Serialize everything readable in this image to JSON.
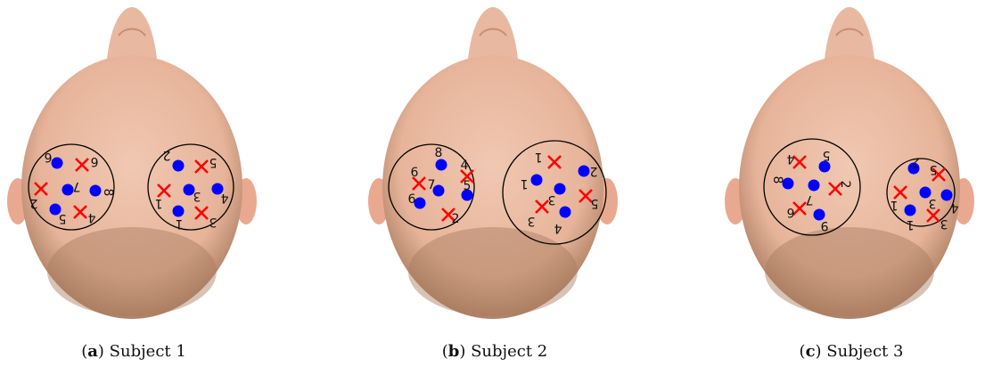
{
  "colors": {
    "skin": "#e7b49a",
    "skin_shadow": "#c98c72",
    "hair": "#a77a5e",
    "ear": "#e9a990",
    "nose": "#e8b8a0",
    "blue_marker": "#0000ff",
    "red_marker": "#ff0000",
    "outline": "#000000"
  },
  "panels": [
    {
      "caption_letter": "a",
      "caption_text": "Subject 1",
      "circles": [
        {
          "markers": [
            {
              "kind": "dot",
              "label": "6"
            },
            {
              "kind": "cross",
              "label": "6"
            },
            {
              "kind": "cross",
              "label": "2"
            },
            {
              "kind": "dot",
              "label": "7"
            },
            {
              "kind": "dot",
              "label": "8"
            },
            {
              "kind": "dot",
              "label": "5"
            },
            {
              "kind": "cross",
              "label": "4"
            }
          ]
        },
        {
          "markers": [
            {
              "kind": "dot",
              "label": "2"
            },
            {
              "kind": "cross",
              "label": "5"
            },
            {
              "kind": "cross",
              "label": "1"
            },
            {
              "kind": "dot",
              "label": "3"
            },
            {
              "kind": "dot",
              "label": "4"
            },
            {
              "kind": "dot",
              "label": "1"
            },
            {
              "kind": "cross",
              "label": "3"
            }
          ]
        }
      ]
    },
    {
      "caption_letter": "b",
      "caption_text": "Subject 2",
      "circles": [
        {
          "markers": [
            {
              "kind": "dot",
              "label": "8"
            },
            {
              "kind": "cross",
              "label": "6"
            },
            {
              "kind": "cross",
              "label": "4"
            },
            {
              "kind": "dot",
              "label": "7"
            },
            {
              "kind": "dot",
              "label": "5"
            },
            {
              "kind": "dot",
              "label": "6"
            },
            {
              "kind": "cross",
              "label": "2"
            }
          ]
        },
        {
          "markers": [
            {
              "kind": "cross",
              "label": "1"
            },
            {
              "kind": "dot",
              "label": "2"
            },
            {
              "kind": "dot",
              "label": "1"
            },
            {
              "kind": "dot",
              "label": "3"
            },
            {
              "kind": "cross",
              "label": "5"
            },
            {
              "kind": "cross",
              "label": "3"
            },
            {
              "kind": "dot",
              "label": "4"
            }
          ]
        }
      ]
    },
    {
      "caption_letter": "c",
      "caption_text": "Subject 3",
      "circles": [
        {
          "markers": [
            {
              "kind": "cross",
              "label": "4"
            },
            {
              "kind": "dot",
              "label": "5"
            },
            {
              "kind": "dot",
              "label": "8"
            },
            {
              "kind": "dot",
              "label": "7"
            },
            {
              "kind": "cross",
              "label": "2"
            },
            {
              "kind": "cross",
              "label": "6"
            },
            {
              "kind": "dot",
              "label": "9"
            }
          ]
        },
        {
          "markers": [
            {
              "kind": "dot",
              "label": "2"
            },
            {
              "kind": "cross",
              "label": "5"
            },
            {
              "kind": "cross",
              "label": "1"
            },
            {
              "kind": "dot",
              "label": "3"
            },
            {
              "kind": "dot",
              "label": "4"
            },
            {
              "kind": "dot",
              "label": "1"
            },
            {
              "kind": "cross",
              "label": "3"
            }
          ]
        }
      ]
    }
  ]
}
